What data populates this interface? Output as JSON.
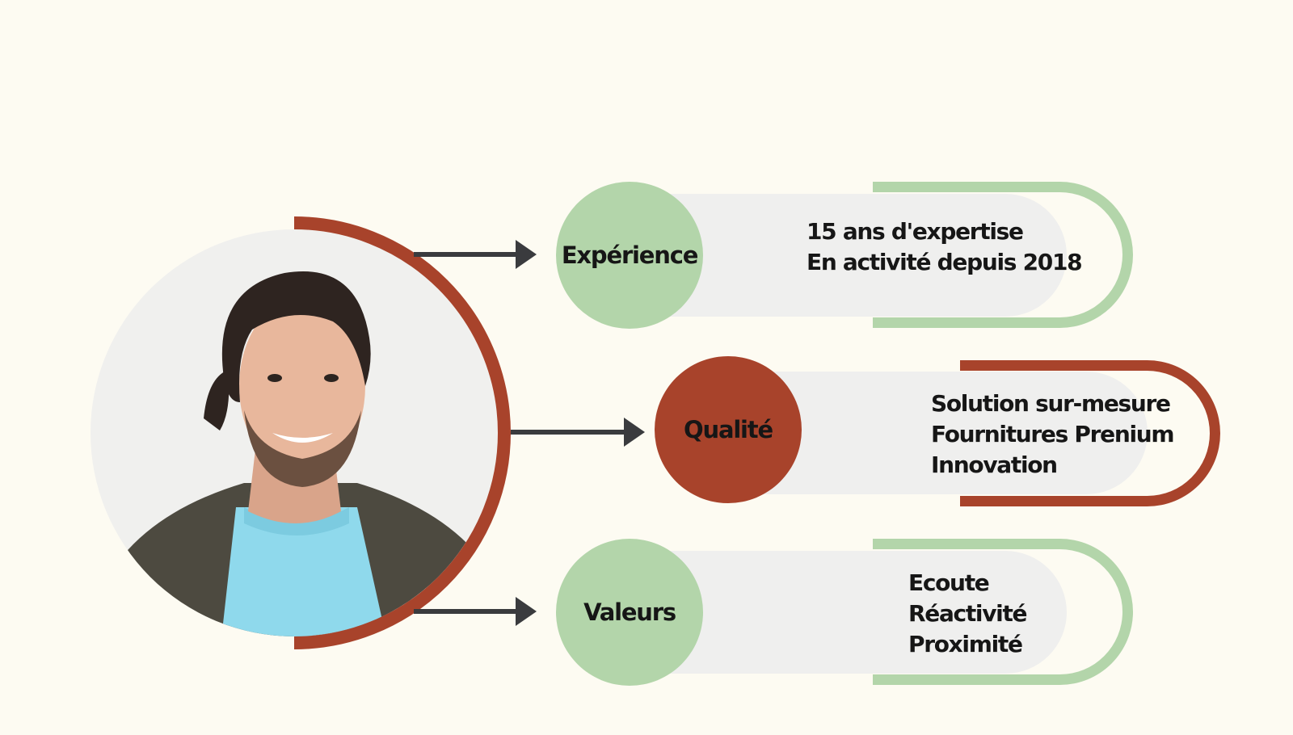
{
  "colors": {
    "background": "#fdfbf2",
    "green": "#b3d5aa",
    "rust": "#a8432b",
    "pill_gray": "#efefee",
    "arrow": "#3a3b3e",
    "text": "#161616"
  },
  "portrait": {
    "icon": "person-portrait-icon"
  },
  "blocks": [
    {
      "label": "Expérience",
      "color": "green",
      "lines": [
        "15 ans d'expertise",
        "En activité depuis 2018"
      ]
    },
    {
      "label": "Qualité",
      "color": "rust",
      "lines": [
        "Solution sur-mesure",
        "Fournitures Prenium",
        "Innovation"
      ]
    },
    {
      "label": "Valeurs",
      "color": "green",
      "lines": [
        "Ecoute",
        "Réactivité",
        "Proximité"
      ]
    }
  ]
}
